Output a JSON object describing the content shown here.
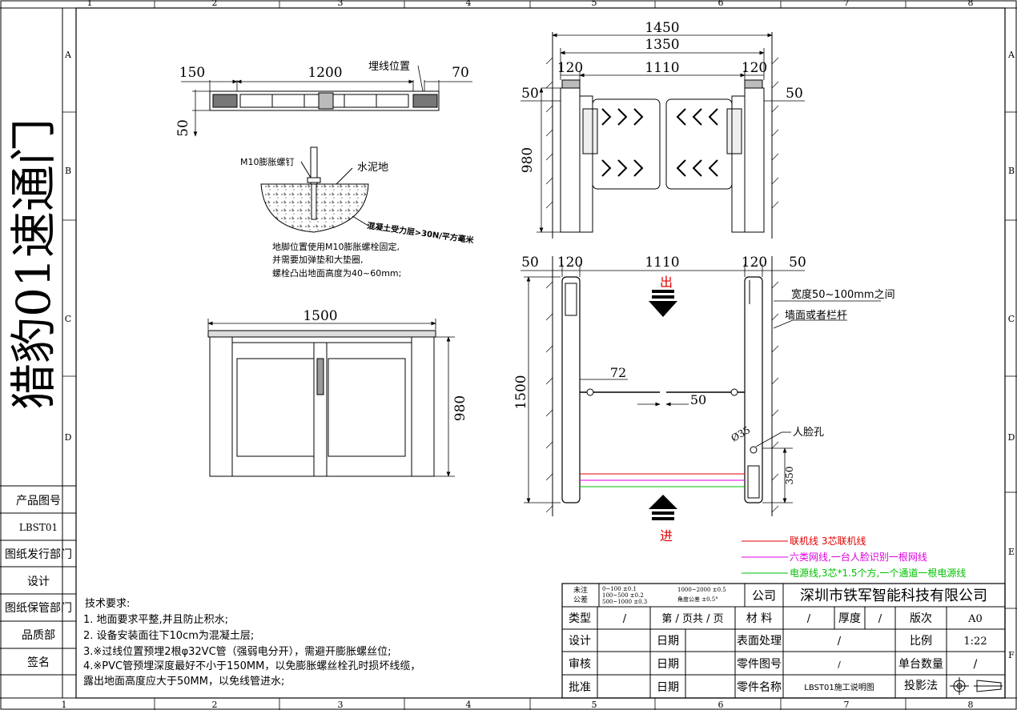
{
  "title_vertical": "猎豹01速通门",
  "border": {
    "top_numbers": [
      "1",
      "2",
      "3",
      "4",
      "5",
      "6",
      "7",
      "8"
    ],
    "bottom_numbers": [
      "1",
      "2",
      "3",
      "4",
      "5",
      "6",
      "7",
      "8"
    ],
    "left_letters": [
      "A",
      "B",
      "C",
      "D"
    ],
    "right_letters": [
      "A",
      "B",
      "C",
      "D",
      "E",
      "F"
    ]
  },
  "left_table": [
    {
      "label": "产品图号"
    },
    {
      "label": "LBST01"
    },
    {
      "label": "图纸发行部门"
    },
    {
      "label": "设计"
    },
    {
      "label": "图纸保管部门"
    },
    {
      "label": "品质部"
    },
    {
      "label": "签名"
    }
  ],
  "top_view": {
    "dim_150": "150",
    "dim_1200": "1200",
    "dim_70": "70",
    "dim_50": "50",
    "cable_label": "埋线位置"
  },
  "anchor_detail": {
    "bolt_label": "M10膨胀螺钉",
    "ground_label": "水泥地",
    "concrete_label": "混凝土受力层>30N/平方毫米",
    "notes": [
      "地脚位置使用M10膨胀螺栓固定,",
      "并需要加弹垫和大垫圈,",
      "螺栓凸出地面高度为40~60mm;"
    ]
  },
  "side_view": {
    "dim_1500": "1500",
    "dim_980": "980"
  },
  "front_view": {
    "dim_1450": "1450",
    "dim_1350": "1350",
    "dim_120a": "120",
    "dim_1110": "1110",
    "dim_120b": "120",
    "dim_50a": "50",
    "dim_50b": "50",
    "dim_980": "980"
  },
  "plan_view": {
    "dim_50a": "50",
    "dim_120a": "120",
    "dim_1110": "1110",
    "dim_120b": "120",
    "dim_50b": "50",
    "dim_1500": "1500",
    "dim_72": "72",
    "dim_50c": "50",
    "dim_350": "350",
    "dim_35": "Ø35",
    "exit_label": "出",
    "enter_label": "进",
    "width_note": "宽度50~100mm之间",
    "wall_note": "墙面或者栏杆",
    "face_note": "人脸孔"
  },
  "legend": [
    {
      "text": "联机线 3芯联机线",
      "color": "#e00000"
    },
    {
      "text": "六类网线,一台人脸识别一根网线",
      "color": "#e000e0"
    },
    {
      "text": "电源线,3芯*1.5个方,一个通道一根电源线",
      "color": "#00c000"
    }
  ],
  "tech": {
    "title": "技术要求:",
    "items": [
      "1.  地面要求平整,并且防止积水;",
      "2.  设备安装面往下10cm为混凝土层;",
      "3.※过线位置预埋2根φ32VC管（强弱电分开），需避开膨胀螺丝位;",
      "4.※PVC管预埋深度最好不小于150MM，以免膨胀螺丝栓孔时损坏线缆，",
      "露出地面高度应大于50MM，以免线管进水;"
    ]
  },
  "title_block": {
    "tol_label1": "未注",
    "tol_label2": "公差",
    "tol_r1": "0~100    ±0.1",
    "tol_r2": "100~500  ±0.2",
    "tol_r3": "500~1000 ±0.3",
    "tol_r4": "1000~2000 ±0.5",
    "tol_r5": "角度公差 ±0.5°",
    "company_label": "公司",
    "company": "深圳市铁军智能科技有限公司",
    "type_label": "类型",
    "type_val": "/",
    "page_label": "第 / 页共 / 页",
    "material_label": "材 料",
    "material_val": "/",
    "thick_label": "厚度",
    "thick_val": "/",
    "version_label": "版次",
    "version_val": "A0",
    "design_label": "设计",
    "date_label1": "日期",
    "surface_label": "表面处理",
    "surface_val": "/",
    "scale_label": "比例",
    "scale_val": "1:22",
    "review_label": "审核",
    "date_label2": "日期",
    "part_no_label": "零件图号",
    "part_no_val": "/",
    "qty_label": "单台数量",
    "qty_val": "/",
    "approve_label": "批准",
    "date_label3": "日期",
    "part_name_label": "零件名称",
    "part_name_val": "LBST01施工说明图",
    "projection_label": "投影法"
  }
}
